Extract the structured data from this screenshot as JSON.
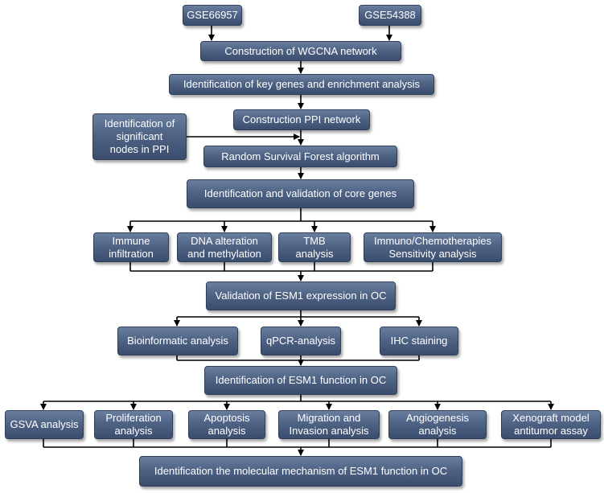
{
  "colors": {
    "box_top": "#6a7ea0",
    "box_bottom": "#3b4d6e",
    "text": "#ffffff",
    "arrow": "#000000"
  },
  "nodes": {
    "gse66957": "GSE66957",
    "gse54388": "GSE54388",
    "wgcna": "Construction of WGCNA network",
    "key_genes": "Identification of key genes and enrichment analysis",
    "ppi": "Construction PPI network",
    "sig_nodes": "Identification of\nsignificant\nnodes in PPI",
    "rsf": "Random Survival Forest algorithm",
    "core_genes": "Identification and validation of core genes",
    "immune": "Immune\ninfiltration",
    "dna": "DNA alteration\nand methylation",
    "tmb": "TMB\nanalysis",
    "immuno": "Immuno/Chemotherapies\nSensitivity analysis",
    "esm1_expr": "Validation of ESM1 expression in OC",
    "bioinfo": "Bioinformatic analysis",
    "qpcr": "qPCR-analysis",
    "ihc": "IHC staining",
    "esm1_func": "Identification of ESM1 function in OC",
    "gsva": "GSVA analysis",
    "prolif": "Proliferation\nanalysis",
    "apopt": "Apoptosis\nanalysis",
    "migration": "Migration and\nInvasion analysis",
    "angio": "Angiogenesis\nanalysis",
    "xeno": "Xenograft model\nantitumor assay",
    "mechanism": "Identification the molecular mechanism of ESM1 function in OC"
  }
}
